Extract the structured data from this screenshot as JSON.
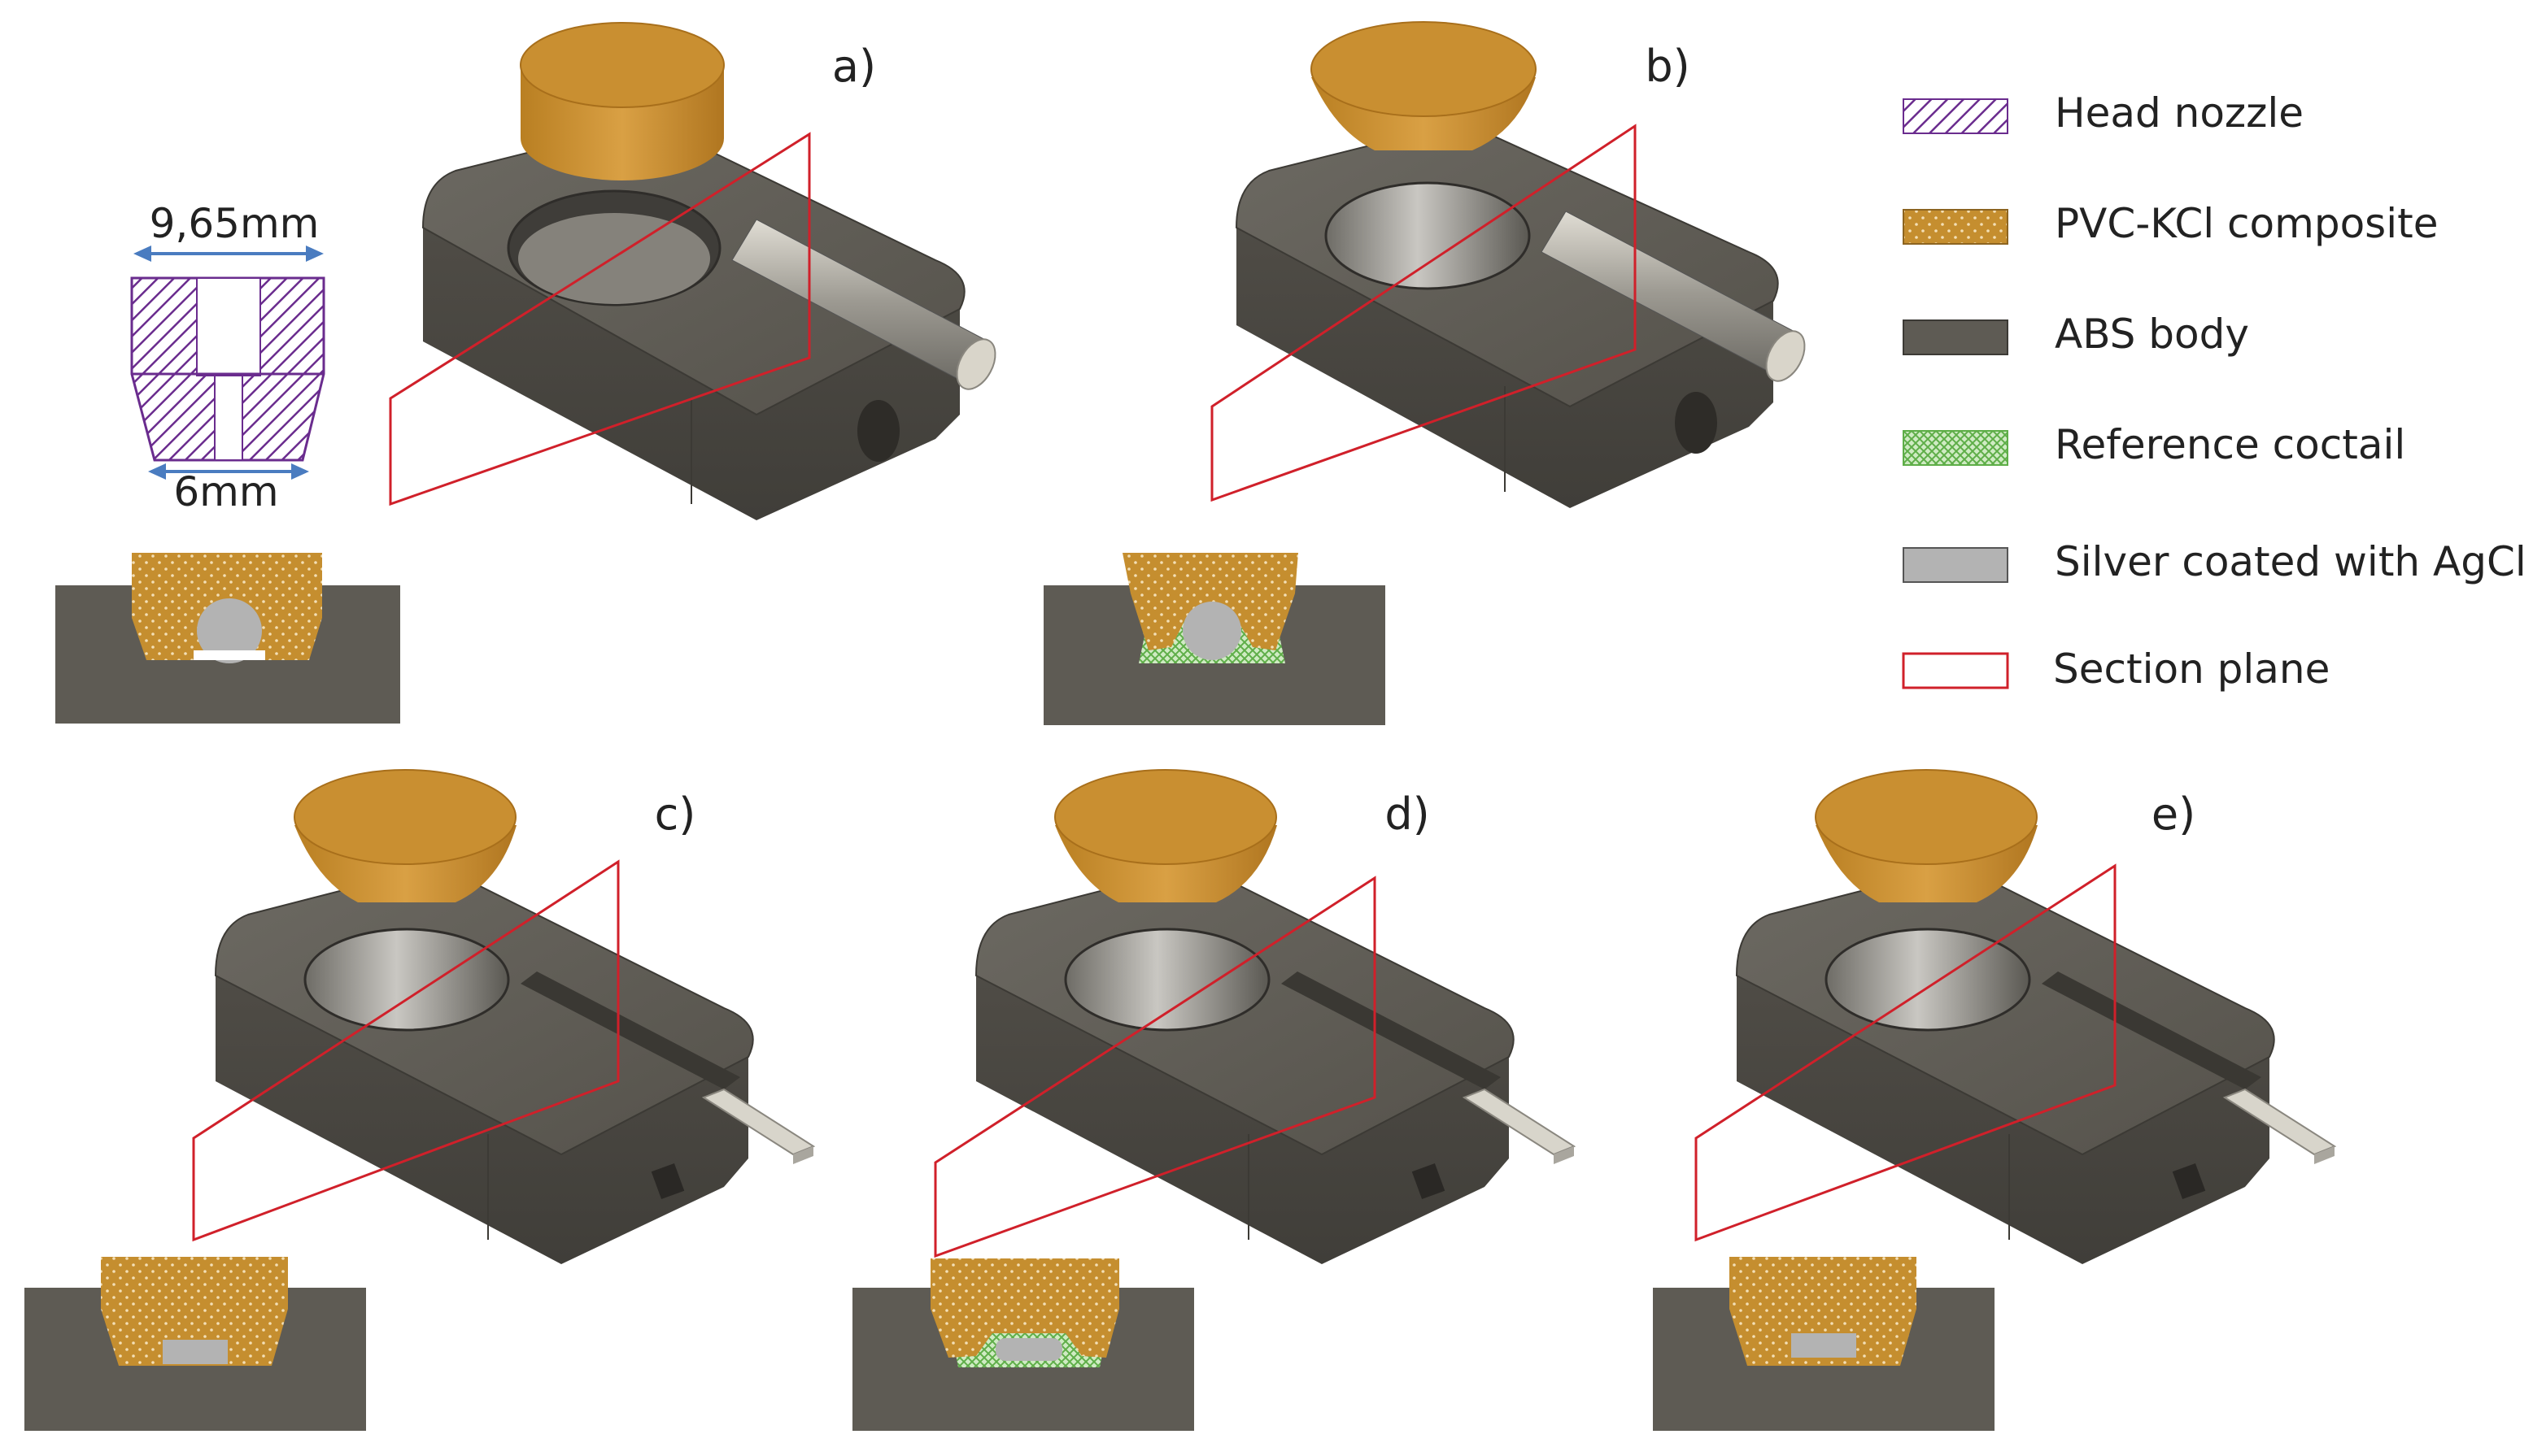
{
  "panels": {
    "a": {
      "label": "a)"
    },
    "b": {
      "label": "b)"
    },
    "c": {
      "label": "c)"
    },
    "d": {
      "label": "d)"
    },
    "e": {
      "label": "e)"
    }
  },
  "nozzle": {
    "top_dimension": "9,65mm",
    "bottom_dimension": "6mm"
  },
  "legend": [
    {
      "label": "Head nozzle",
      "swatch": "hatch-purple"
    },
    {
      "label": "PVC-KCl composite",
      "swatch": "dots-orange"
    },
    {
      "label": "ABS body",
      "swatch": "solid-gray"
    },
    {
      "label": "Reference coctail",
      "swatch": "mesh-green"
    },
    {
      "label": "Silver coated with AgCl",
      "swatch": "solid-lightgray"
    },
    {
      "label": "Section plane",
      "swatch": "outline-red"
    }
  ],
  "colors": {
    "orange": "#C58E2F",
    "body": "#5E5B54",
    "purple": "#6A2C8E",
    "green": "#7EC26A",
    "silver": "#B3B3B3",
    "red": "#D0202A",
    "arrow": "#4A7CC0"
  }
}
